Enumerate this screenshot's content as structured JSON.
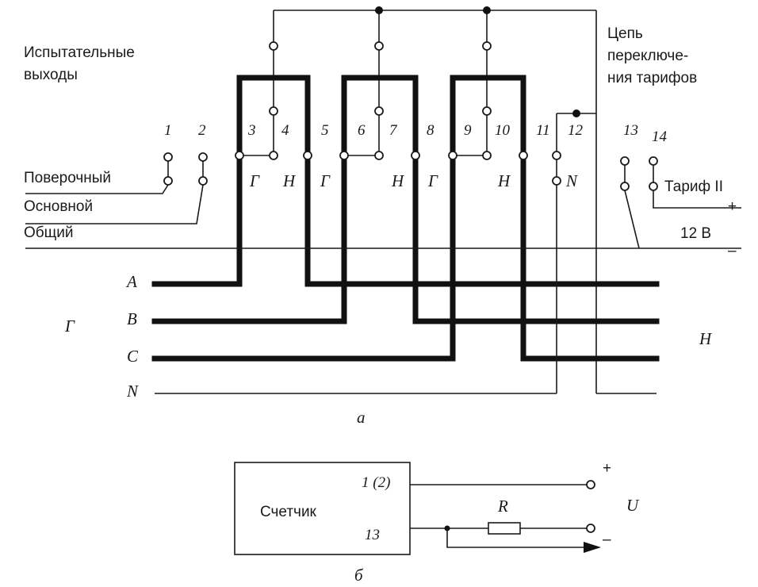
{
  "labels": {
    "test_outputs_1": "Испытательные",
    "test_outputs_2": "выходы",
    "tariff_circuit_1": "Цепь",
    "tariff_circuit_2": "переключе-",
    "tariff_circuit_3": "ния тарифов",
    "verify": "Поверочный",
    "main": "Основной",
    "common": "Общий",
    "tariff2": "Тариф II",
    "voltage": "12 В",
    "plus": "+",
    "minus": "–",
    "phase_a": "A",
    "phase_b": "B",
    "phase_c": "C",
    "neutral": "N",
    "gen_side": "Г",
    "load_side": "Н",
    "caption_a": "а",
    "caption_b": "б"
  },
  "terminal_numbers": [
    "1",
    "2",
    "3",
    "4",
    "5",
    "6",
    "7",
    "8",
    "9",
    "10",
    "11",
    "12",
    "13",
    "14"
  ],
  "terminal_marks": {
    "g1": "Г",
    "n1": "Н",
    "g2": "Г",
    "n2": "Н",
    "g3": "Г",
    "n3": "Н",
    "n_term": "N"
  },
  "meter_block": {
    "name": "Счетчик",
    "pin_top": "1 (2)",
    "pin_bottom": "13",
    "resistor": "R",
    "voltage": "U",
    "plus": "+",
    "minus": "–"
  }
}
